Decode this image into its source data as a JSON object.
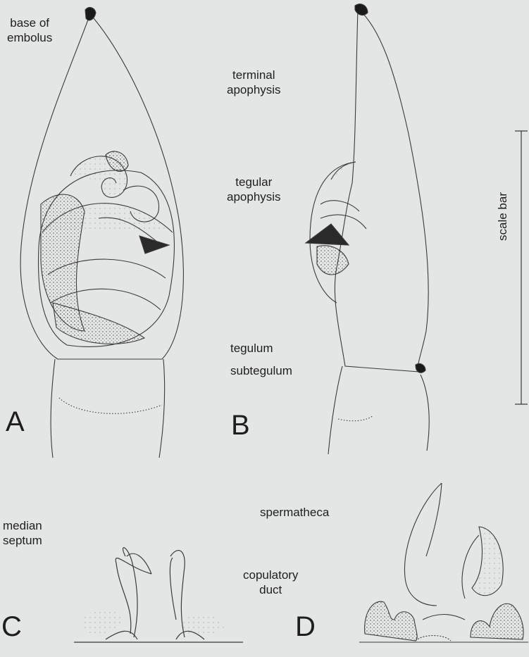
{
  "labels": {
    "base_embolus": "base of\nembolus",
    "terminal_apophysis": "terminal\napophysis",
    "tegular_apophysis": "tegular\napophysis",
    "tegulum": "tegulum",
    "subtegulum": "subtegulum",
    "scale_bar": "scale bar",
    "median_septum": "median\nseptum",
    "spermatheca": "spermatheca",
    "copulatory_duct": "copulatory\nduct"
  },
  "panels": {
    "a": "A",
    "b": "B",
    "c": "C",
    "d": "D"
  },
  "colors": {
    "background": "#e4e6e5",
    "ink": "#3a3a3a"
  }
}
